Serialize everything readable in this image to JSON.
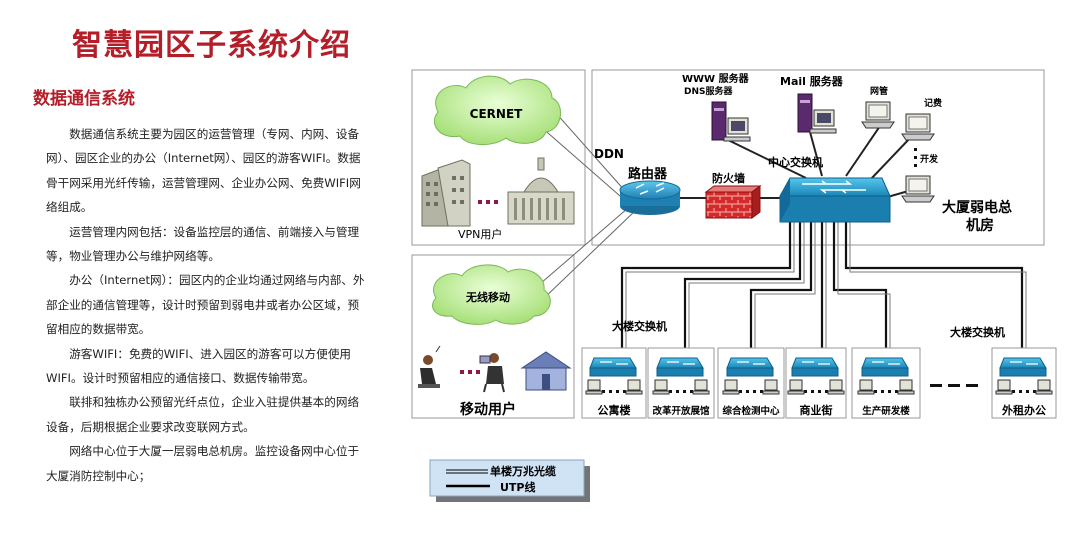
{
  "title": "智慧园区子系统介绍",
  "section_title": "数据通信系统",
  "paragraphs": [
    "数据通信系统主要为园区的运营管理（专网、内网、设备网）、园区企业的办公（Internet网）、园区的游客WIFI。数据骨干网采用光纤传输，运营管理网、企业办公网、免费WIFI网络组成。",
    "运营管理内网包括：设备监控层的通信、前端接入与管理等，物业管理办公与维护网络等。",
    "办公（Internet网）：园区内的企业均通过网络与内部、外部企业的通信管理等，设计时预留到弱电井或者办公区域，预留相应的数据带宽。",
    "游客WIFI：免费的WIFI、进入园区的游客可以方便使用WIFI。设计时预留相应的通信接口、数据传输带宽。",
    "联排和独栋办公预留光纤点位，企业入驻提供基本的网络设备，后期根据企业要求改变联网方式。",
    "网络中心位于大厦一层弱电总机房。监控设备网中心位于大厦消防控制中心；"
  ],
  "diagram": {
    "cernet": "CERNET",
    "vpn_users": "VPN用户",
    "wireless": "无线移动",
    "mobile_users": "移动用户",
    "ddn": "DDN",
    "router": "路由器",
    "firewall": "防火墙",
    "www_server": "WWW 服务器",
    "dns_server": "DNS服务器",
    "mail_server": "Mail 服务器",
    "net_mgmt": "网管",
    "accounting": "记费",
    "development": "开发",
    "central_switch": "中心交换机",
    "machine_room": [
      "大厦弱电总",
      "机房"
    ],
    "building_switch": "大楼交换机",
    "buildings": [
      "公寓楼",
      "改革开放展馆",
      "综合检测中心",
      "商业街",
      "生产研发楼",
      "外租办公"
    ],
    "legend": {
      "fiber": "单楼万兆光缆",
      "utp": "UTP线"
    }
  }
}
